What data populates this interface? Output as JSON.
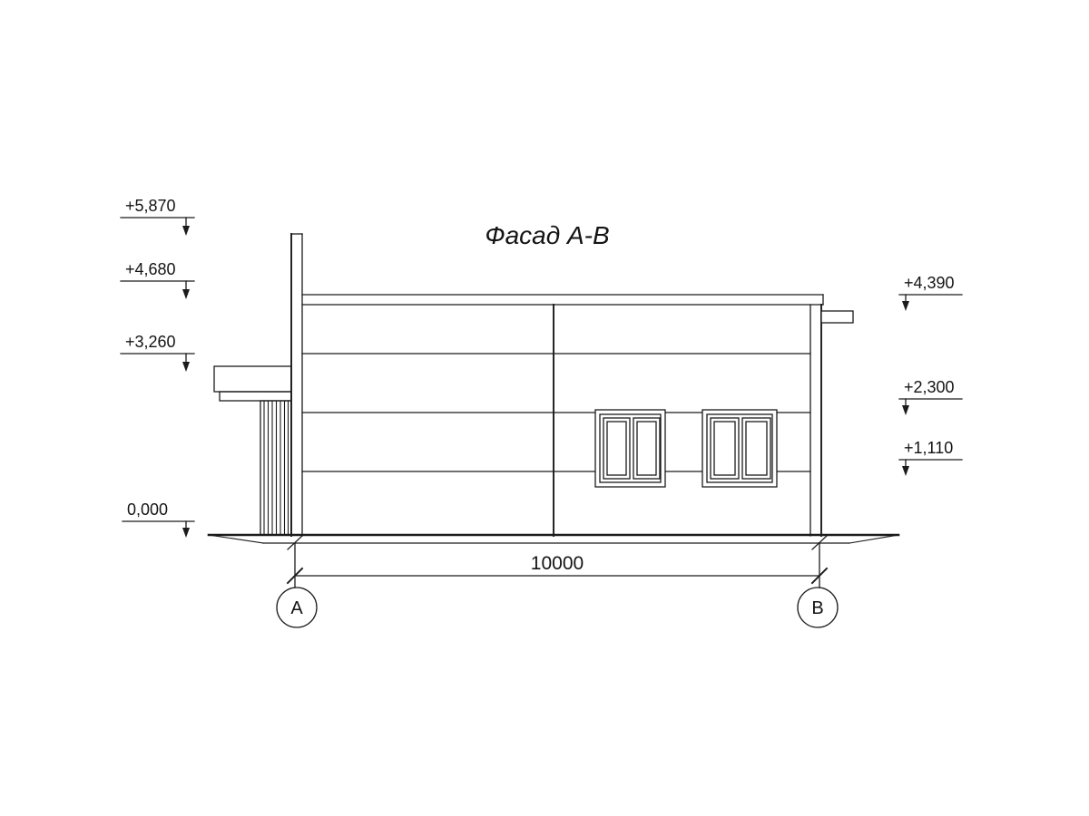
{
  "drawing": {
    "title": "Фасад А-В",
    "dimension": {
      "label": "10000"
    },
    "elevations_left": [
      {
        "label": "+5,870"
      },
      {
        "label": "+4,680"
      },
      {
        "label": "+3,260"
      },
      {
        "label": "0,000"
      }
    ],
    "elevations_right": [
      {
        "label": "+4,390"
      },
      {
        "label": "+2,300"
      },
      {
        "label": "+1,110"
      }
    ],
    "axes": [
      {
        "label": "А"
      },
      {
        "label": "В"
      }
    ],
    "line_color": "#1b1b1b",
    "background_color": "#ffffff"
  }
}
